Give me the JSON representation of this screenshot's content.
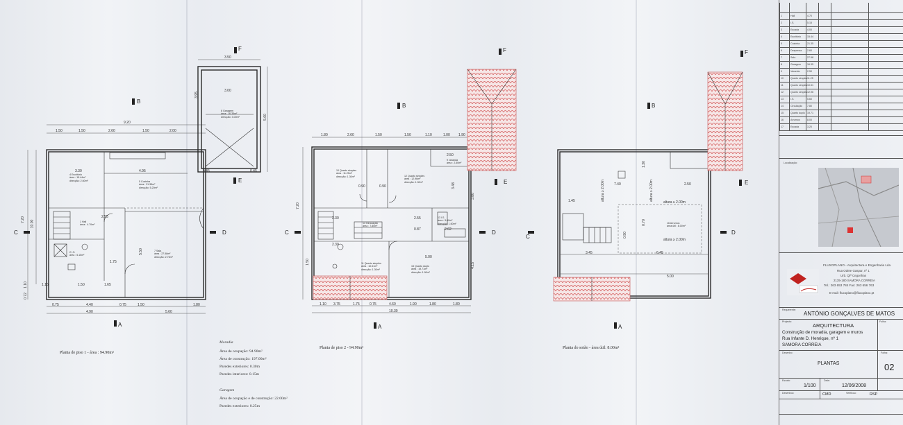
{
  "plans": [
    {
      "caption": "Planta de piso 1 - área : 94.90m²"
    },
    {
      "caption": "Planta de piso 2 - 94.90m²"
    },
    {
      "caption": "Planta do sotão - área útil: 8.00m²"
    }
  ],
  "section_markers": [
    "A",
    "B",
    "C",
    "D",
    "E",
    "F"
  ],
  "floor1": {
    "dims_top": [
      "1.50",
      "1.50",
      "2.60",
      "1.50",
      "2.00"
    ],
    "overall_top": "9.20",
    "dims_bottom": [
      "0.75",
      "4.40",
      "0.75",
      "1.50",
      "1.80"
    ],
    "overall_bottom": [
      "4.90",
      "5.60"
    ],
    "left_dims": [
      "7.20",
      "10.00",
      "1.10",
      "0.72"
    ],
    "rooms": [
      {
        "name": "4 Escritório",
        "area": "área : 15.44m²",
        "extra": "direcção: 2.60m²"
      },
      {
        "name": "5 Cozinha",
        "area": "área : 21.35m²",
        "extra": "direcção: 5.20m²"
      },
      {
        "name": "1 Hall",
        "area": "área : 4.70m²"
      },
      {
        "name": "2 I.S.",
        "area": "área : 5.15m²"
      },
      {
        "name": "7 Sala",
        "area": "área : 27.58m²",
        "extra": "direcção: 2.75m²"
      }
    ],
    "inner_dims": [
      "3.30",
      "4.95",
      "2.55",
      "5.50",
      "1.75",
      "1.15",
      "1.50",
      "1.65"
    ]
  },
  "garage": {
    "width": "3.50",
    "inner": "3.00",
    "depth": "5.60",
    "room": {
      "name": "8 Garagem",
      "area": "área : 16.35m²",
      "extra": "direcção: 3.00m²"
    },
    "dims": [
      "3.95",
      "0.45",
      "0.45"
    ]
  },
  "floor2": {
    "dims_top": [
      "1.80",
      "2.60",
      "1.50",
      "1.50",
      "1.10",
      "1.00",
      "1.90"
    ],
    "dims_bottom": [
      "1.10",
      "3.75",
      "1.75",
      "0.75",
      "4.60",
      "1.90",
      "1.80",
      "1.80"
    ],
    "overall_bottom": "10.30",
    "left_dims": [
      "7.20",
      "1.50"
    ],
    "rooms": [
      {
        "name": "10 Quarto simples",
        "area": "área : 11.25m²",
        "extra": "direcção: 1.30m²"
      },
      {
        "name": "12 Quarto simples",
        "area": "área : 12.96m²",
        "extra": "direcção: 1.30m²"
      },
      {
        "name": "9 varanda",
        "area": "área : 2.50m²"
      },
      {
        "name": "14 Circulação",
        "area": "área : 7.80m²"
      },
      {
        "name": "13 I.S.",
        "area": "área : 5.60m²",
        "extra": "direcção: 1.60m²"
      },
      {
        "name": "11 Quarto simples",
        "area": "área : 10.51m²",
        "extra": "direcção: 1.30m²"
      },
      {
        "name": "15 Quarto duplo",
        "area": "área : 19.71m²",
        "extra": "direcção: 1.90m²"
      }
    ],
    "inner_dims": [
      "2.50",
      "3.48",
      "0.90",
      "0.90",
      "2.30",
      "2.30",
      "0.87",
      "2.55",
      "2.62",
      "5.00",
      "3.80",
      "4.15"
    ]
  },
  "attic": {
    "height_labels": [
      "altura ≥ 2.00m",
      "altura ≥ 2.00m",
      "altura ≥ 2.00m",
      "altura ≥ 2.00m"
    ],
    "room": {
      "name": "16 Arrumos",
      "area": "área útil : 8.00m²"
    },
    "dims": [
      "7.40",
      "2.50",
      "1.45",
      "3.45",
      "6.45",
      "5.00",
      "1.30",
      "0.90",
      "0.70"
    ]
  },
  "summary": {
    "moradia_heading": "Moradia",
    "moradia_lines": [
      "Área de ocupação: 94.90m²",
      "Área de construção: 197.00m²",
      "Paredes exteriores: 0.30m",
      "Paredes interiores: 0.15m"
    ],
    "garagem_heading": "Garagem",
    "garagem_lines": [
      "Área de ocupação e de construção: 22.00m²",
      "Paredes exteriores: 0.25m"
    ]
  },
  "title_block": {
    "table_rows": [
      [
        "1",
        "Hall",
        "4.70"
      ],
      [
        "2",
        "I.S.",
        "5.15"
      ],
      [
        "3",
        "Escada",
        "4.00"
      ],
      [
        "4",
        "Escritório",
        "15.44"
      ],
      [
        "5",
        "Cozinha",
        "21.35"
      ],
      [
        "6",
        "Despensa",
        "2.60"
      ],
      [
        "7",
        "Sala",
        "27.58"
      ],
      [
        "8",
        "Garagem",
        "16.35"
      ],
      [
        "9",
        "Varanda",
        "2.50"
      ],
      [
        "10",
        "Quarto simples",
        "11.25"
      ],
      [
        "11",
        "Quarto simples",
        "10.51"
      ],
      [
        "12",
        "Quarto simples",
        "12.96"
      ],
      [
        "13",
        "I.S.",
        "5.60"
      ],
      [
        "14",
        "Circulação",
        "7.80"
      ],
      [
        "15",
        "Quarto duplo",
        "19.71"
      ],
      [
        "16",
        "Arrumos",
        "8.00"
      ],
      [
        "17",
        "Escada",
        "3.20"
      ]
    ],
    "localizacao_label": "Localização:",
    "company_name": "FLUXOPLANO - Arquitectura e Engenharia Lda",
    "company_lines": [
      "Rua Odete Gaspar, nº 1",
      "Urb. Qtª Cegonhas",
      "2135-180 SAMORA CORREIA",
      "Tel.: 263 653 784  Fax: 263 656 763",
      "E-mail: fluxoplano@fluxoplano.pt"
    ],
    "requerente_label": "Requerente:",
    "requerente": "ANTÓNIO GONÇALVES DE MATOS",
    "projecto_label": "Projecto:",
    "projecto": "ARQUITECTURA",
    "project_desc": [
      "Construção de  moradia, garagem e muros",
      "Rua Infante D. Henrique, nº 1",
      "SAMORA CORREIA"
    ],
    "desenho_label": "Desenho:",
    "desenho": "PLANTAS",
    "folha_label": "Folha:",
    "folha": "02",
    "escala_label": "Escala:",
    "escala": "1/100",
    "data_label": "Data:",
    "data": "12/06/2008",
    "desenhou_label": "Desenhou:",
    "desenhou": "CMD",
    "verificou_label": "Verificou:",
    "verificou": "RSP"
  }
}
